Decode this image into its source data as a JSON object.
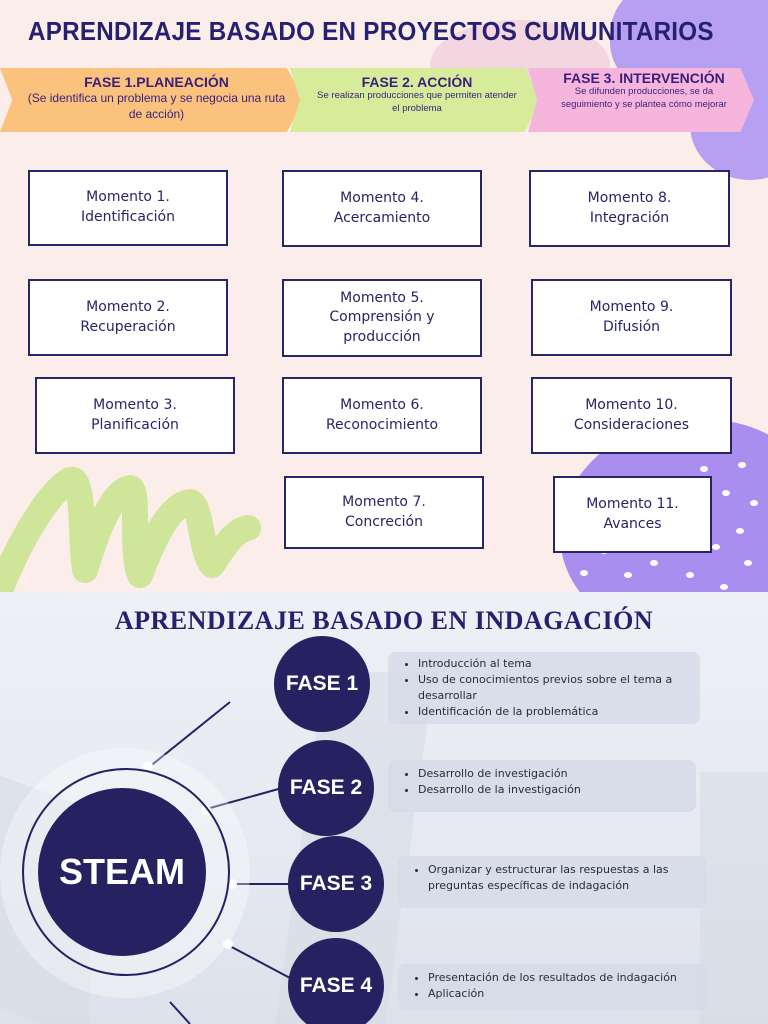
{
  "top": {
    "title": "APRENDIZAJE BASADO EN PROYECTOS CUMUNITARIOS",
    "phases": [
      {
        "heading": "FASE 1.PLANEACIÓN",
        "description": "(Se identifica un problema y se negocia una ruta de acción)",
        "color": "#fbc27d"
      },
      {
        "heading": "FASE 2. ACCIÓN",
        "description": "Se realizan producciones que permiten atender el problema",
        "color": "#d7ec9b"
      },
      {
        "heading": "FASE 3. INTERVENCIÓN",
        "description": "Se difunden producciones, se da seguimiento y se plantea cómo mejorar",
        "color": "#f6b5dc"
      }
    ],
    "moments": [
      {
        "label": "Momento 1.\nIdentificación"
      },
      {
        "label": "Momento 2.\nRecuperación"
      },
      {
        "label": "Momento 3.\nPlanificación"
      },
      {
        "label": "Momento 4.\nAcercamiento"
      },
      {
        "label": "Momento 5.\nComprensión y\nproducción"
      },
      {
        "label": "Momento 6.\nReconocimiento"
      },
      {
        "label": "Momento 7.\nConcreción"
      },
      {
        "label": "Momento 8.\nIntegración"
      },
      {
        "label": "Momento 9.\nDifusión"
      },
      {
        "label": "Momento 10.\nConsideraciones"
      },
      {
        "label": "Momento 11.\nAvances"
      }
    ]
  },
  "bottom": {
    "title": "APRENDIZAJE BASADO EN INDAGACIÓN",
    "center": "STEAM",
    "phases": [
      {
        "label": "FASE 1",
        "items": [
          "Introducción al tema",
          "Uso de conocimientos previos sobre el tema a desarrollar",
          "Identificación de la problemática"
        ]
      },
      {
        "label": "FASE 2",
        "items": [
          "Desarrollo de investigación",
          "Desarrollo de la investigación"
        ]
      },
      {
        "label": "FASE 3",
        "items": [
          "Organizar y estructurar las respuestas a las preguntas específicas de indagación"
        ]
      },
      {
        "label": "FASE 4",
        "items": [
          "Presentación de los resultados de indagación",
          "Aplicación"
        ]
      }
    ]
  },
  "colors": {
    "navy": "#262160",
    "top_background": "#fbeeea",
    "purple_blob": "#b7a0f2",
    "green_scribble": "#cfe59a"
  }
}
